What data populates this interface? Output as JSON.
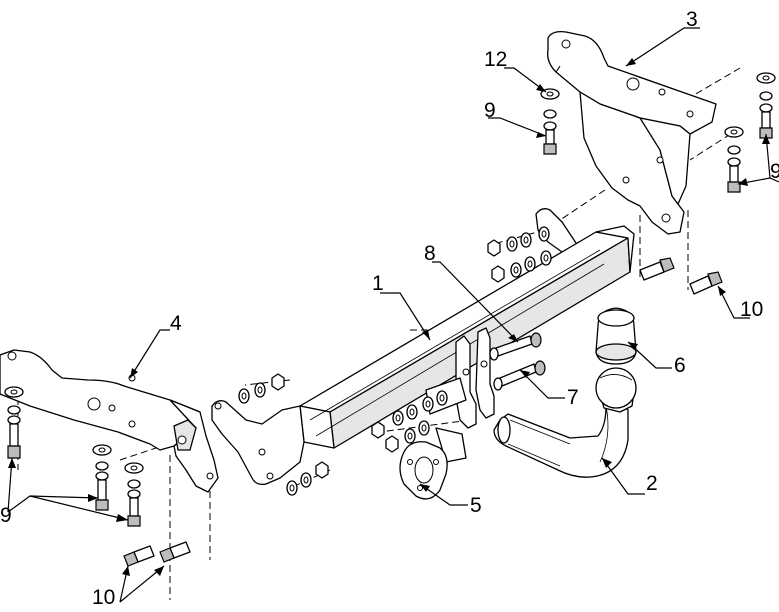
{
  "callouts": [
    {
      "id": "1",
      "label": "1"
    },
    {
      "id": "2",
      "label": "2"
    },
    {
      "id": "3",
      "label": "3"
    },
    {
      "id": "4",
      "label": "4"
    },
    {
      "id": "5",
      "label": "5"
    },
    {
      "id": "6",
      "label": "6"
    },
    {
      "id": "7",
      "label": "7"
    },
    {
      "id": "8",
      "label": "8"
    },
    {
      "id": "9a",
      "label": "9"
    },
    {
      "id": "9b",
      "label": "9"
    },
    {
      "id": "9c",
      "label": "9"
    },
    {
      "id": "10a",
      "label": "10"
    },
    {
      "id": "10b",
      "label": "10"
    },
    {
      "id": "12",
      "label": "12"
    }
  ]
}
